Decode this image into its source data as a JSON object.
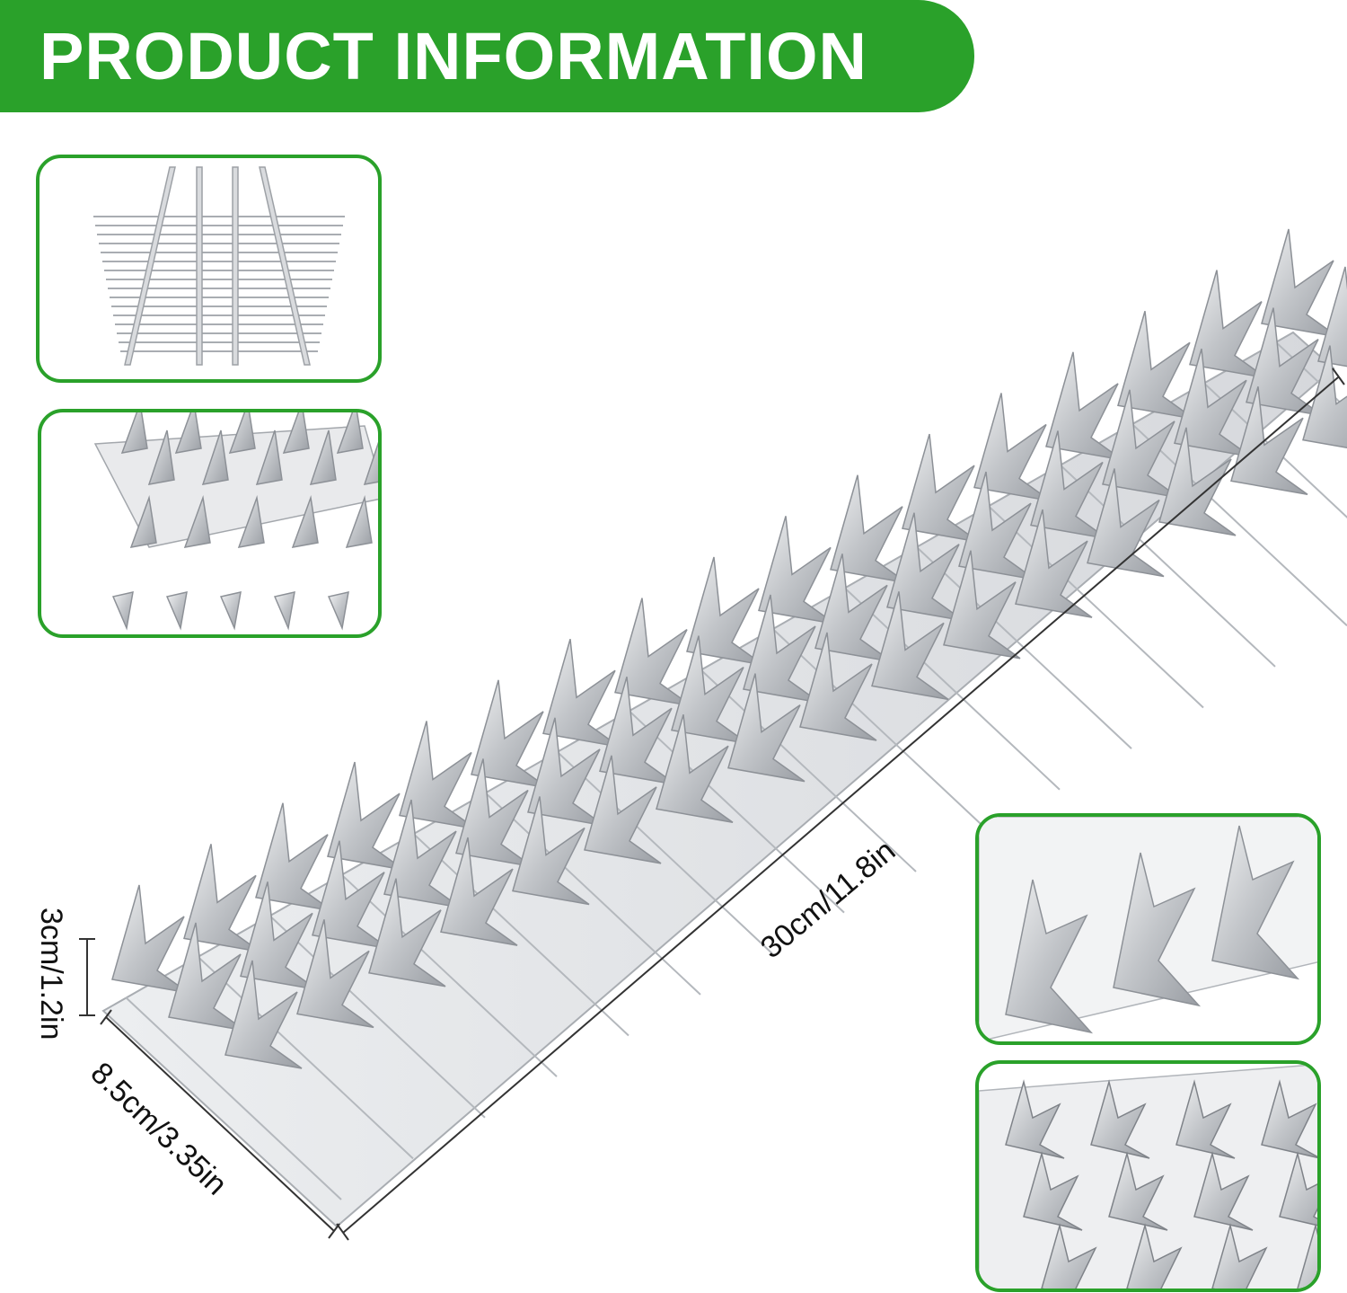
{
  "header": {
    "title": "PRODUCT INFORMATION"
  },
  "dimensions": {
    "length": "30cm/11.8in",
    "height": "3cm/1.2in",
    "width": "8.5cm/3.35in"
  },
  "colors": {
    "accent": "#2aa12a",
    "metal": "#c9ccd0",
    "metal_dark": "#8d9197"
  }
}
